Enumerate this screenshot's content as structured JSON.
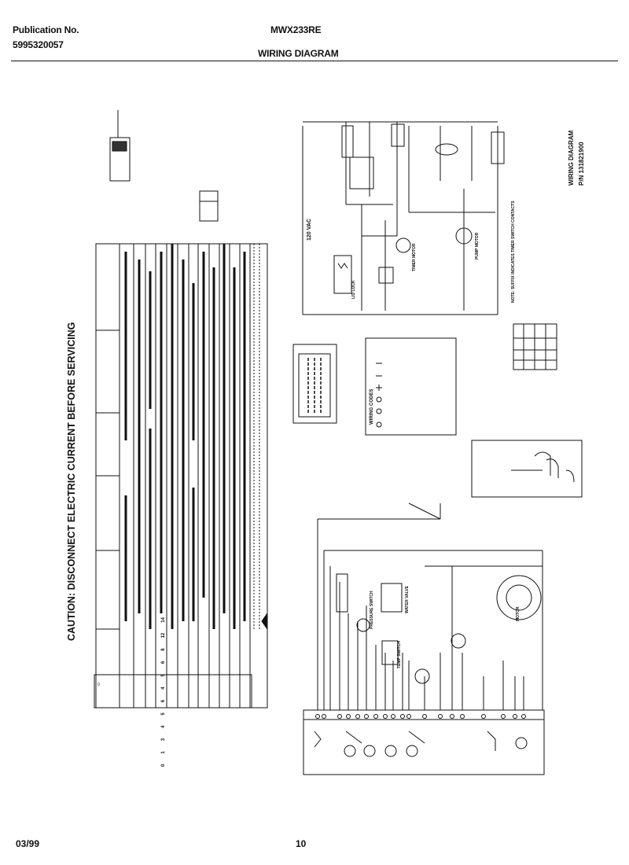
{
  "header": {
    "publication_label": "Publication No.",
    "publication_number": "5995320057",
    "model": "MWX233RE",
    "title": "WIRING DIAGRAM"
  },
  "caution": "CAUTION: DISCONNECT ELECTRIC CURRENT BEFORE SERVICING",
  "diagram_title": "WIRING DIAGRAM",
  "part_number": "P/N 131821900",
  "voltage": "120 VAC",
  "schematic_labels": {
    "lid_lock": "LID LOCK",
    "timer_motor": "TIMER MOTOR",
    "pump_motor": "PUMP MOTOR",
    "motor": "MOTOR",
    "pressure_switch": "PRESSURE SWITCH",
    "temp_switch": "TEMP SWITCH",
    "water_valve": "WATER VALVE"
  },
  "note": "NOTE: SUFFIX INDICATES TIMER SWITCH CONTACTS",
  "legend_title": "WIRING CODES",
  "cycle_rows": [
    "0",
    "1",
    "3",
    "4",
    "5",
    "6",
    "4",
    "5",
    "6",
    "8",
    "12",
    "14"
  ],
  "footer": {
    "date": "03/99",
    "page": "10"
  }
}
